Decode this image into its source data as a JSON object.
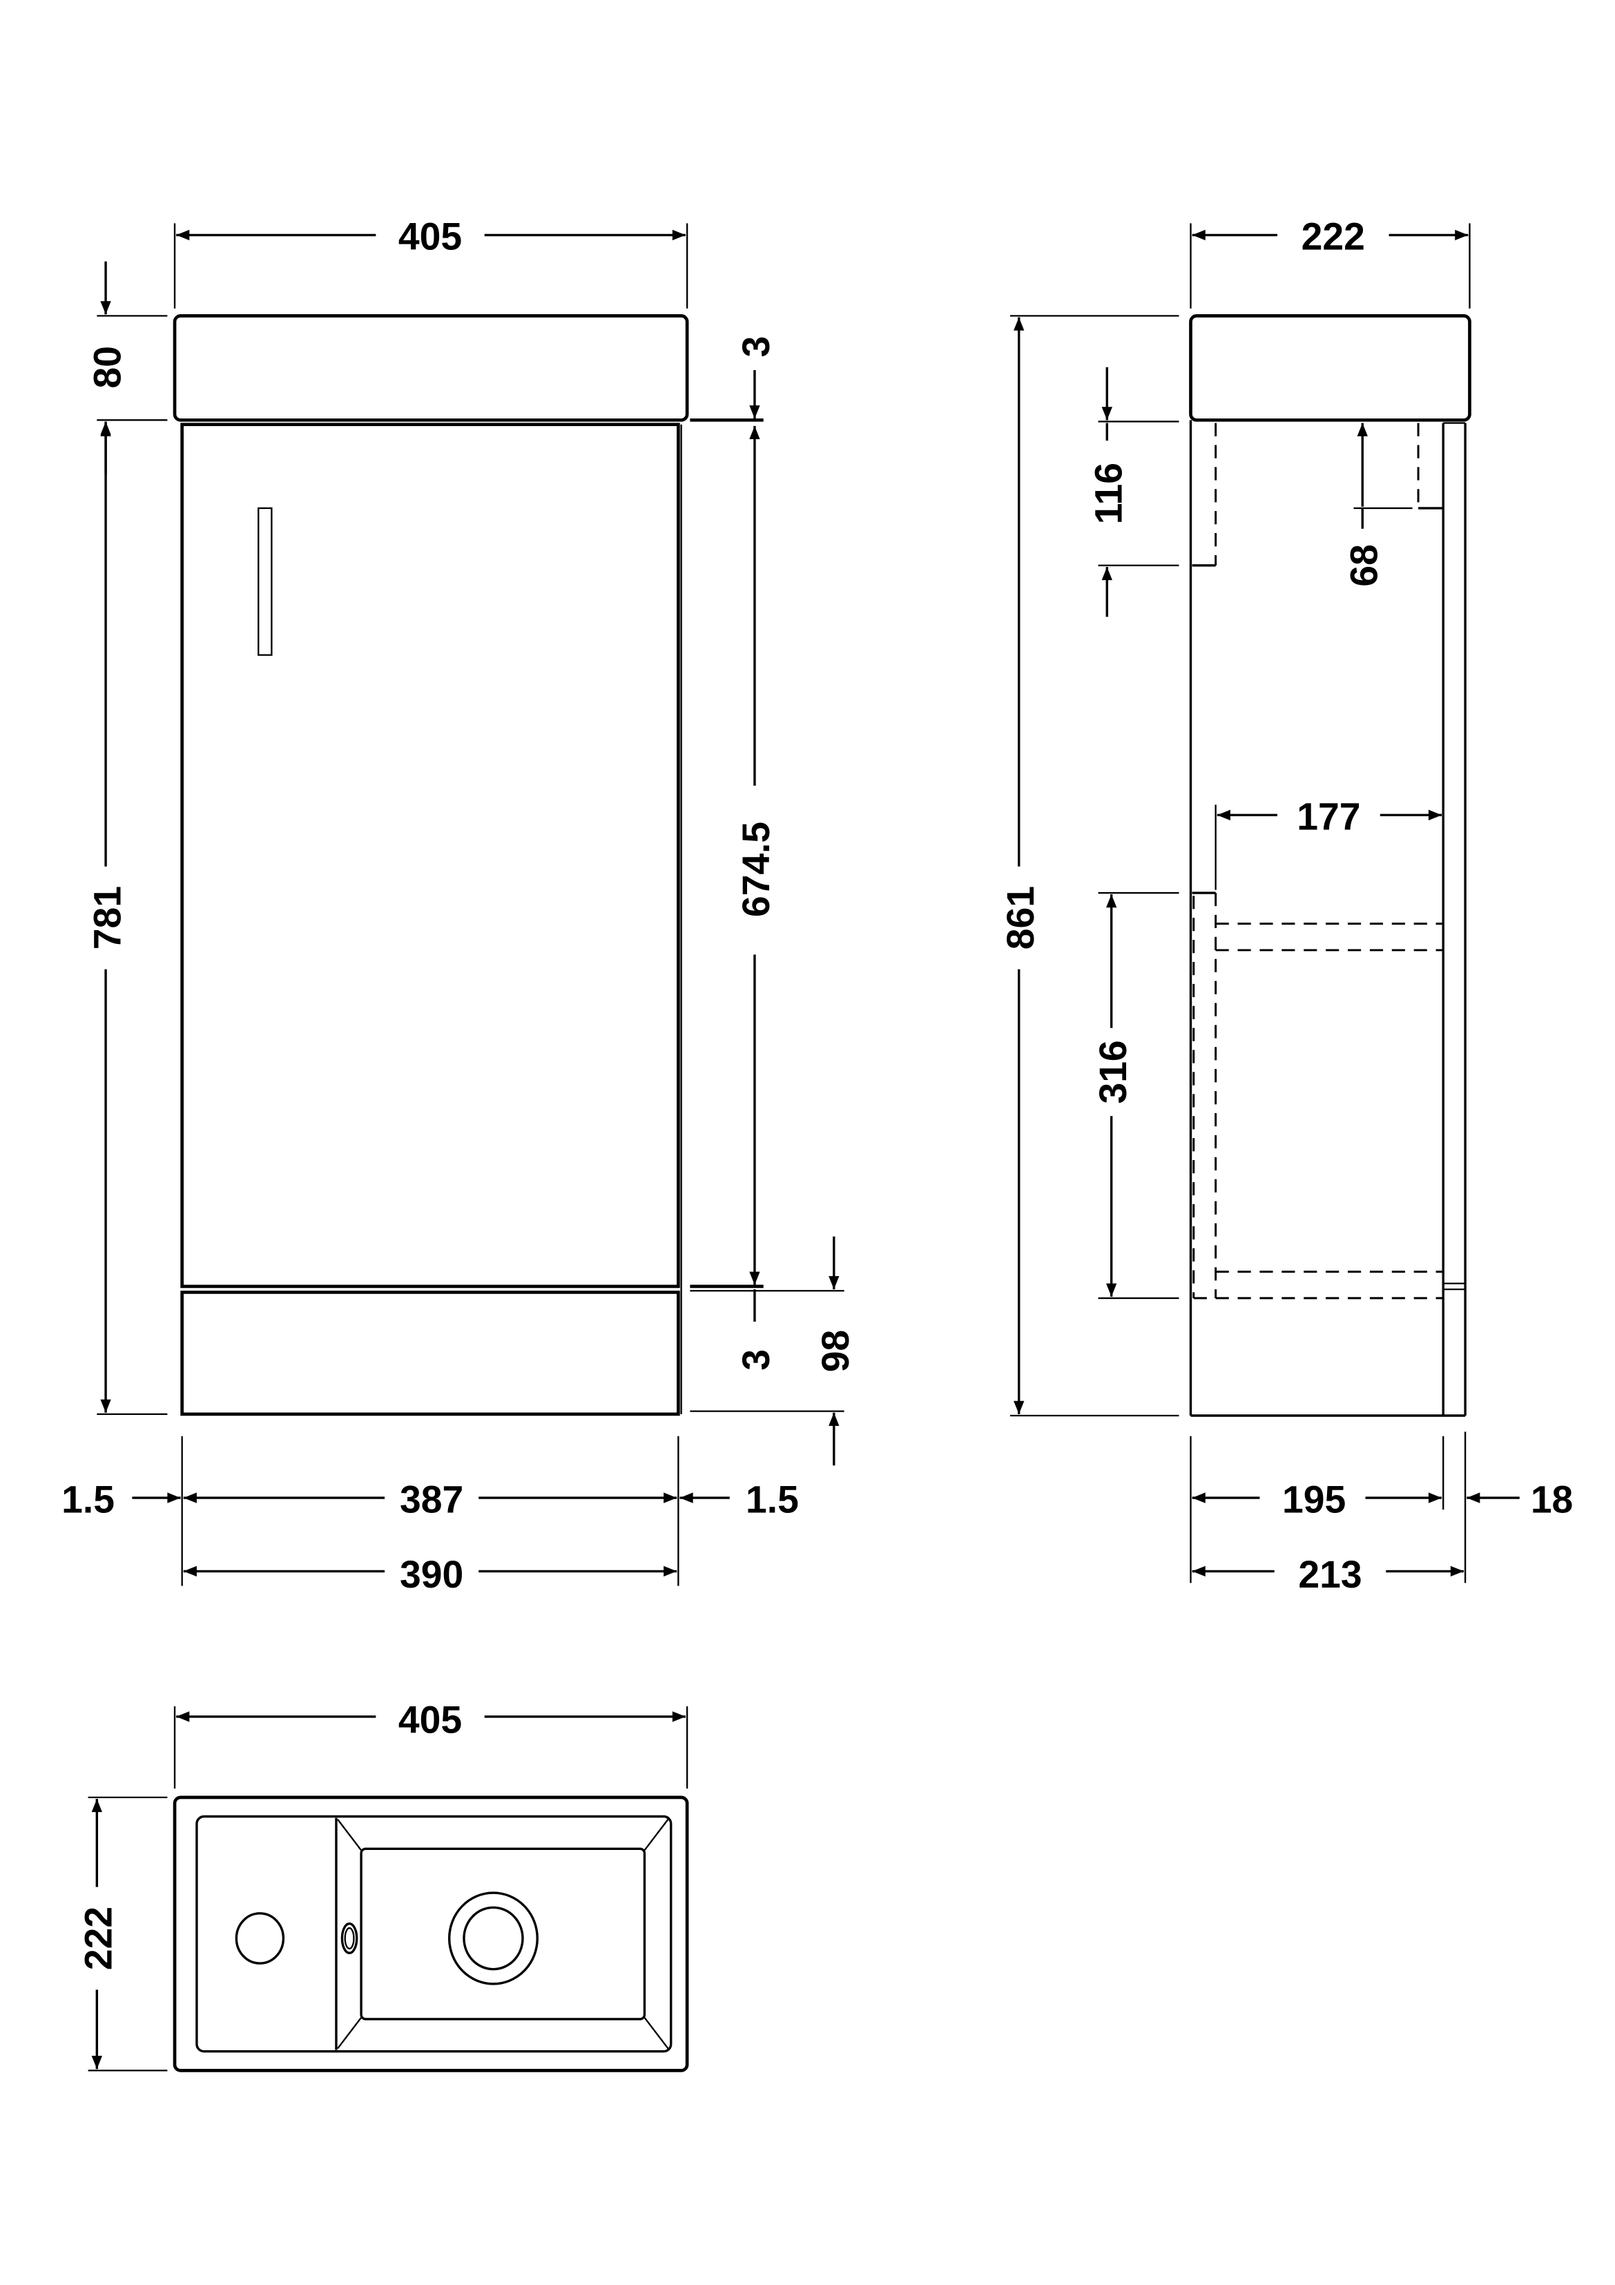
{
  "drawing": {
    "title": "Cloakroom vanity unit technical drawing",
    "units": "mm",
    "line_color": "#000000",
    "background": "#ffffff"
  },
  "front_view": {
    "overall_width": "405",
    "basin_height": "80",
    "top_gap": "3",
    "cabinet_height": "781",
    "door_height": "674.5",
    "bottom_gap": "3",
    "plinth_height": "98",
    "left_inset": "1.5",
    "door_width": "387",
    "right_inset": "1.5",
    "carcass_width": "390"
  },
  "side_view": {
    "overall_depth": "222",
    "overall_height": "861",
    "upper_cutout_height": "116",
    "rear_cutout_height": "68",
    "shelf_depth": "177",
    "lower_cutout_height": "316",
    "carcass_depth": "195",
    "door_thickness": "18",
    "total_depth": "213"
  },
  "top_view": {
    "overall_width": "405",
    "overall_depth": "222"
  }
}
